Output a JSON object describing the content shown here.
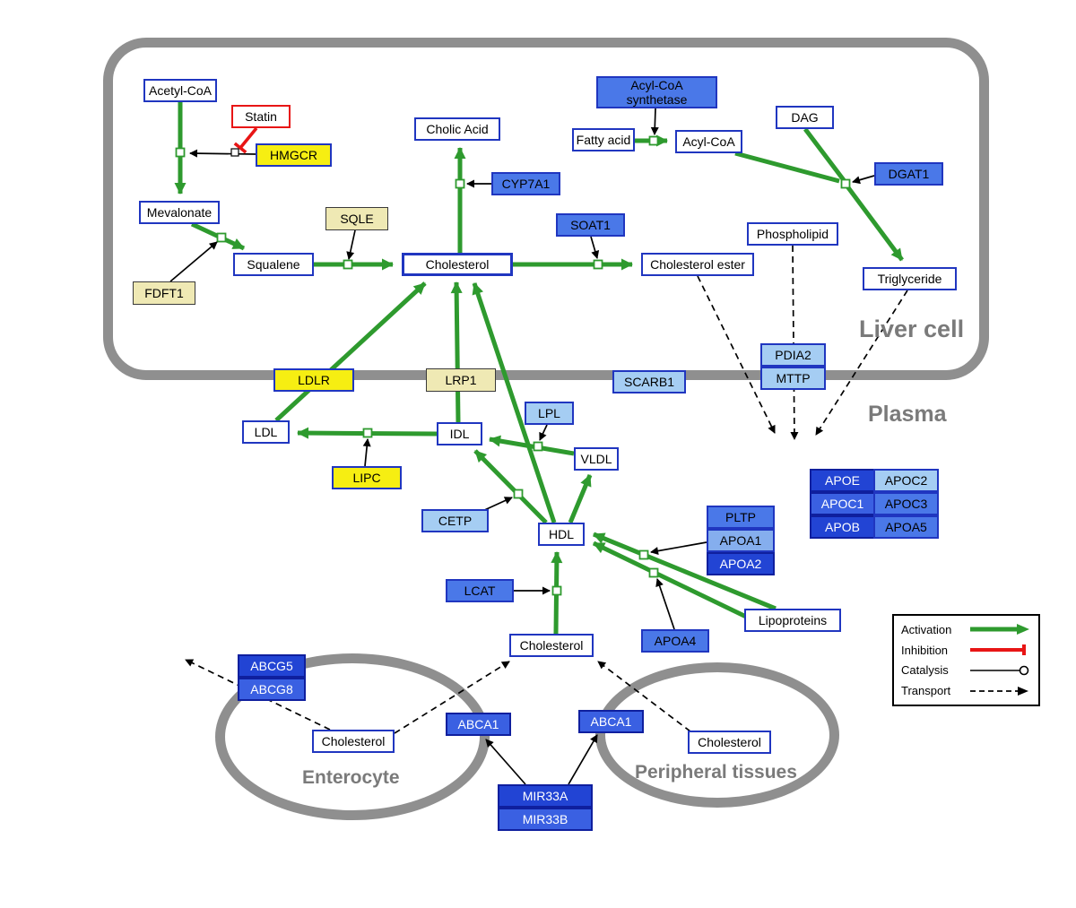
{
  "compartments": {
    "liver": "Liver cell",
    "plasma": "Plasma",
    "enterocyte": "Enterocyte",
    "peripheral": "Peripheral tissues"
  },
  "nodes": {
    "acetyl_coa": "Acetyl-CoA",
    "statin": "Statin",
    "hmgcr": "HMGCR",
    "mevalonate": "Mevalonate",
    "sqle": "SQLE",
    "fdft1": "FDFT1",
    "squalene": "Squalene",
    "cholesterol_liver": "Cholesterol",
    "cholic_acid": "Cholic Acid",
    "cyp7a1": "CYP7A1",
    "soat1": "SOAT1",
    "cholesterol_ester": "Cholesterol ester",
    "acyl_coa_synthetase": "Acyl-CoA synthetase",
    "fatty_acid": "Fatty acid",
    "acyl_coa": "Acyl-CoA",
    "dag": "DAG",
    "dgat1": "DGAT1",
    "phospholipid": "Phospholipid",
    "triglyceride": "Triglyceride",
    "ldlr": "LDLR",
    "lrp1": "LRP1",
    "scarb1": "SCARB1",
    "pdia2": "PDIA2",
    "mttp": "MTTP",
    "ldl": "LDL",
    "idl": "IDL",
    "lpl": "LPL",
    "vldl": "VLDL",
    "lipc": "LIPC",
    "cetp": "CETP",
    "hdl": "HDL",
    "pltp": "PLTP",
    "apoa1": "APOA1",
    "apoa2": "APOA2",
    "apoe": "APOE",
    "apoc2": "APOC2",
    "apoc1": "APOC1",
    "apoc3": "APOC3",
    "apob": "APOB",
    "apoa5": "APOA5",
    "lcat": "LCAT",
    "apoa4": "APOA4",
    "lipoproteins": "Lipoproteins",
    "cholesterol_plasma": "Cholesterol",
    "abcg5": "ABCG5",
    "abcg8": "ABCG8",
    "cholesterol_enterocyte": "Cholesterol",
    "abca1_enterocyte": "ABCA1",
    "abca1_peripheral": "ABCA1",
    "cholesterol_peripheral": "Cholesterol",
    "mir33a": "MIR33A",
    "mir33b": "MIR33B"
  },
  "legend": {
    "activation": "Activation",
    "inhibition": "Inhibition",
    "catalysis": "Catalysis",
    "transport": "Transport"
  },
  "colors": {
    "activation_green": "#2e9a2e",
    "inhibition_red": "#e81515",
    "node_border_blue": "#2036c0",
    "gene_blue": "#4a78e8",
    "gene_dark_blue": "#2244d4",
    "gene_light_blue": "#a5cdf3",
    "gene_yellow": "#f6ee12",
    "gene_pale_yellow": "#efe9b4",
    "compartment_gray": "#8f8f8f"
  }
}
